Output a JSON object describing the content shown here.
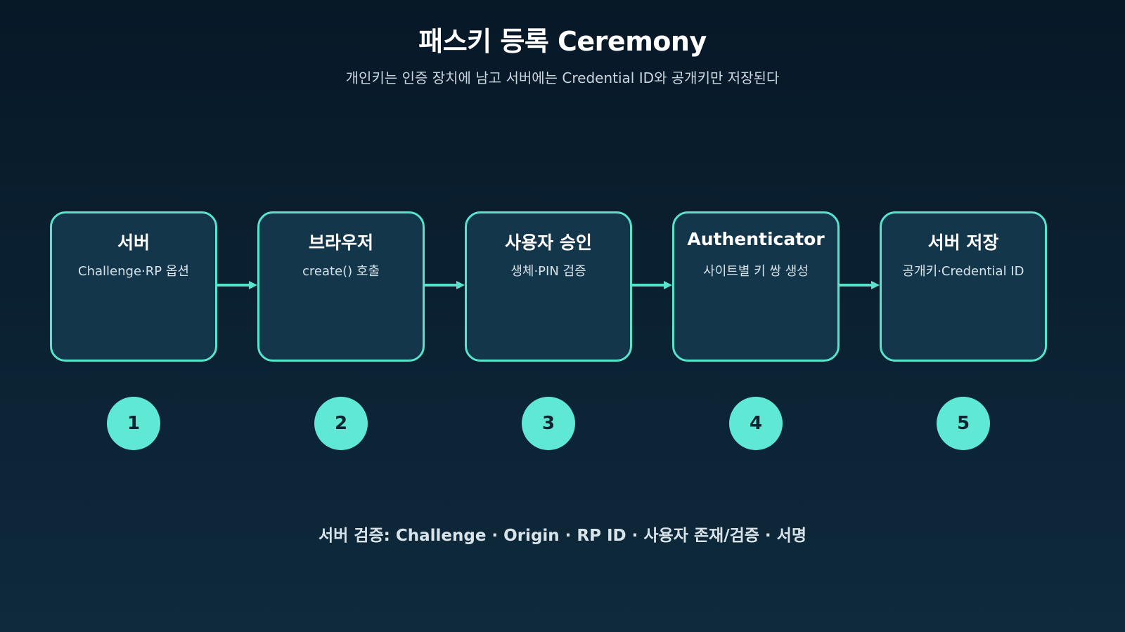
{
  "title": "패스키 등록 Ceremony",
  "subtitle": "개인키는 인증 장치에 남고 서버에는 Credential ID와 공개키만 저장된다",
  "steps": [
    {
      "title": "서버",
      "desc": "Challenge·RP 옵션",
      "number": "1"
    },
    {
      "title": "브라우저",
      "desc": "create() 호출",
      "number": "2"
    },
    {
      "title": "사용자 승인",
      "desc": "생체·PIN 검증",
      "number": "3"
    },
    {
      "title": "Authenticator",
      "desc": "사이트별 키 쌍 생성",
      "number": "4"
    },
    {
      "title": "서버 저장",
      "desc": "공개키·Credential ID",
      "number": "5"
    }
  ],
  "footer": "서버 검증: Challenge · Origin · RP ID · 사용자 존재/검증 · 서명",
  "colors": {
    "accent": "#57e3cc",
    "box_fill": "#13364b",
    "badge_fill": "#5fe9d4",
    "background": "#0b2233"
  }
}
